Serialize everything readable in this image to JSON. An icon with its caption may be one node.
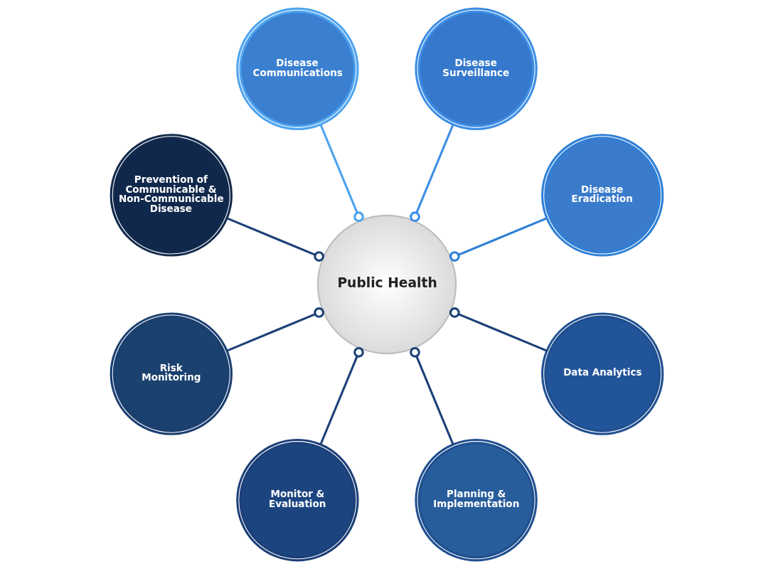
{
  "diagram": {
    "nodes": [
      {
        "text": [
          "Public Health"
        ]
      },
      {
        "text": [
          "Disease Communications"
        ]
      },
      {
        "text": [
          "Disease Surveillance"
        ]
      },
      {
        "text": [
          "Disease Eradication"
        ]
      },
      {
        "text": [
          "Data Analytics"
        ]
      },
      {
        "text": [
          "Planning & Implementation"
        ]
      },
      {
        "text": [
          "Monitor & Evaluation"
        ]
      },
      {
        "text": [
          "Risk Monitoring"
        ]
      },
      {
        "text": [
          "Prevention of Communicable & Non-Communicable Disease"
        ]
      }
    ],
    "edges": [
      {
        "from": 1,
        "to": 0,
        "arrow": "other",
        "color": "#4da3f0"
      },
      {
        "from": 2,
        "to": 0,
        "arrow": "other",
        "color": "#3d8ee6"
      },
      {
        "from": 3,
        "to": 0,
        "arrow": "other",
        "color": "#2f7fd6"
      },
      {
        "from": 4,
        "to": 0,
        "arrow": "other"
      },
      {
        "from": 5,
        "to": 0,
        "arrow": "other"
      },
      {
        "from": 6,
        "to": 0,
        "arrow": "other"
      },
      {
        "from": 7,
        "to": 0,
        "arrow": "other"
      },
      {
        "from": 8,
        "to": 0,
        "arrow": "other"
      }
    ]
  }
}
